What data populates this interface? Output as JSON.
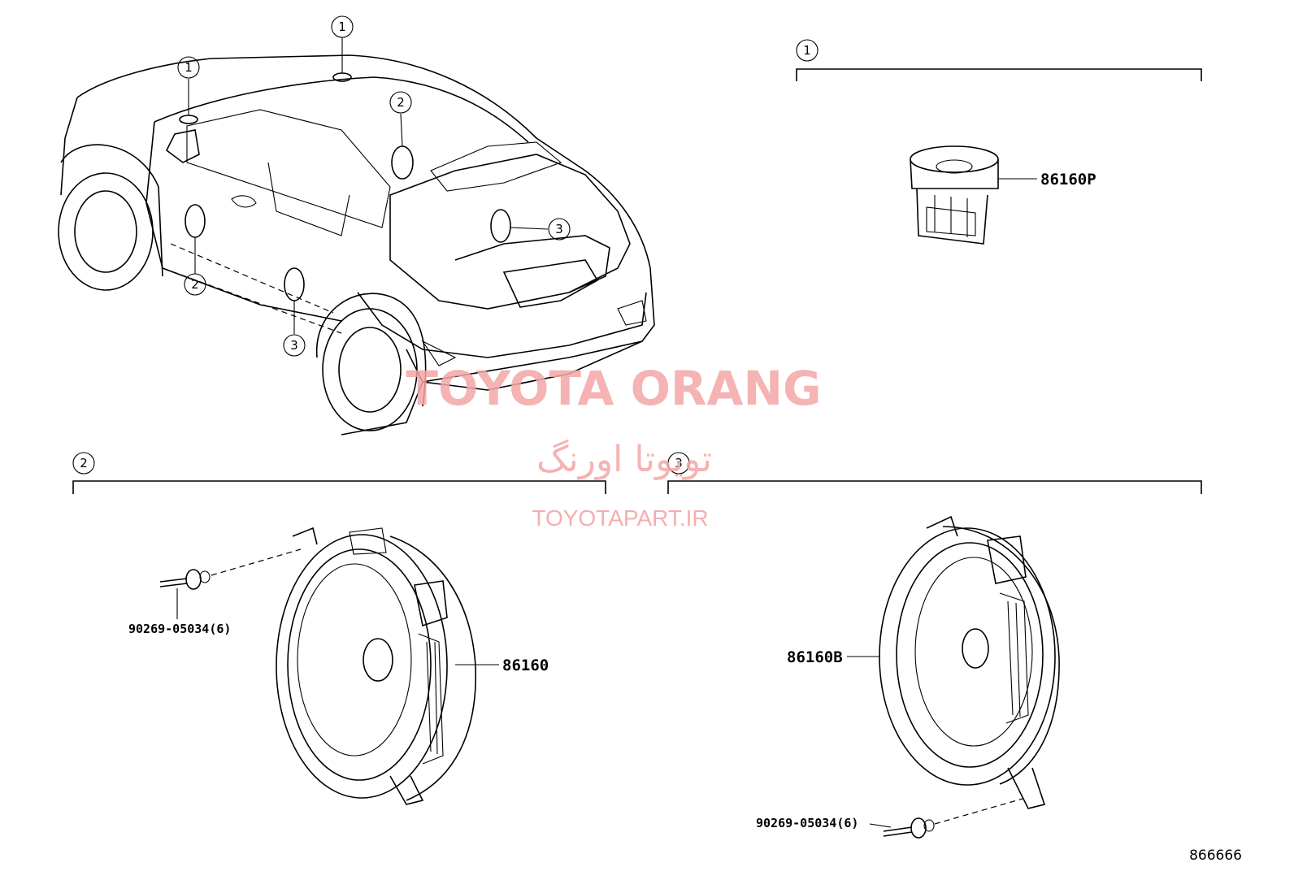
{
  "diagram_id": "866666",
  "watermark": {
    "brand": "TOYOTA ORANG",
    "brand_fa": "تویوتا اورنگ",
    "url": "TOYOTAPART.IR"
  },
  "callouts": {
    "one": "1",
    "two": "2",
    "three": "3"
  },
  "parts": {
    "tweeter": "86160P",
    "front_speaker": "86160",
    "rear_speaker": "86160B",
    "rivet_front": "90269-05034(6)",
    "rivet_rear": "90269-05034(6)"
  }
}
